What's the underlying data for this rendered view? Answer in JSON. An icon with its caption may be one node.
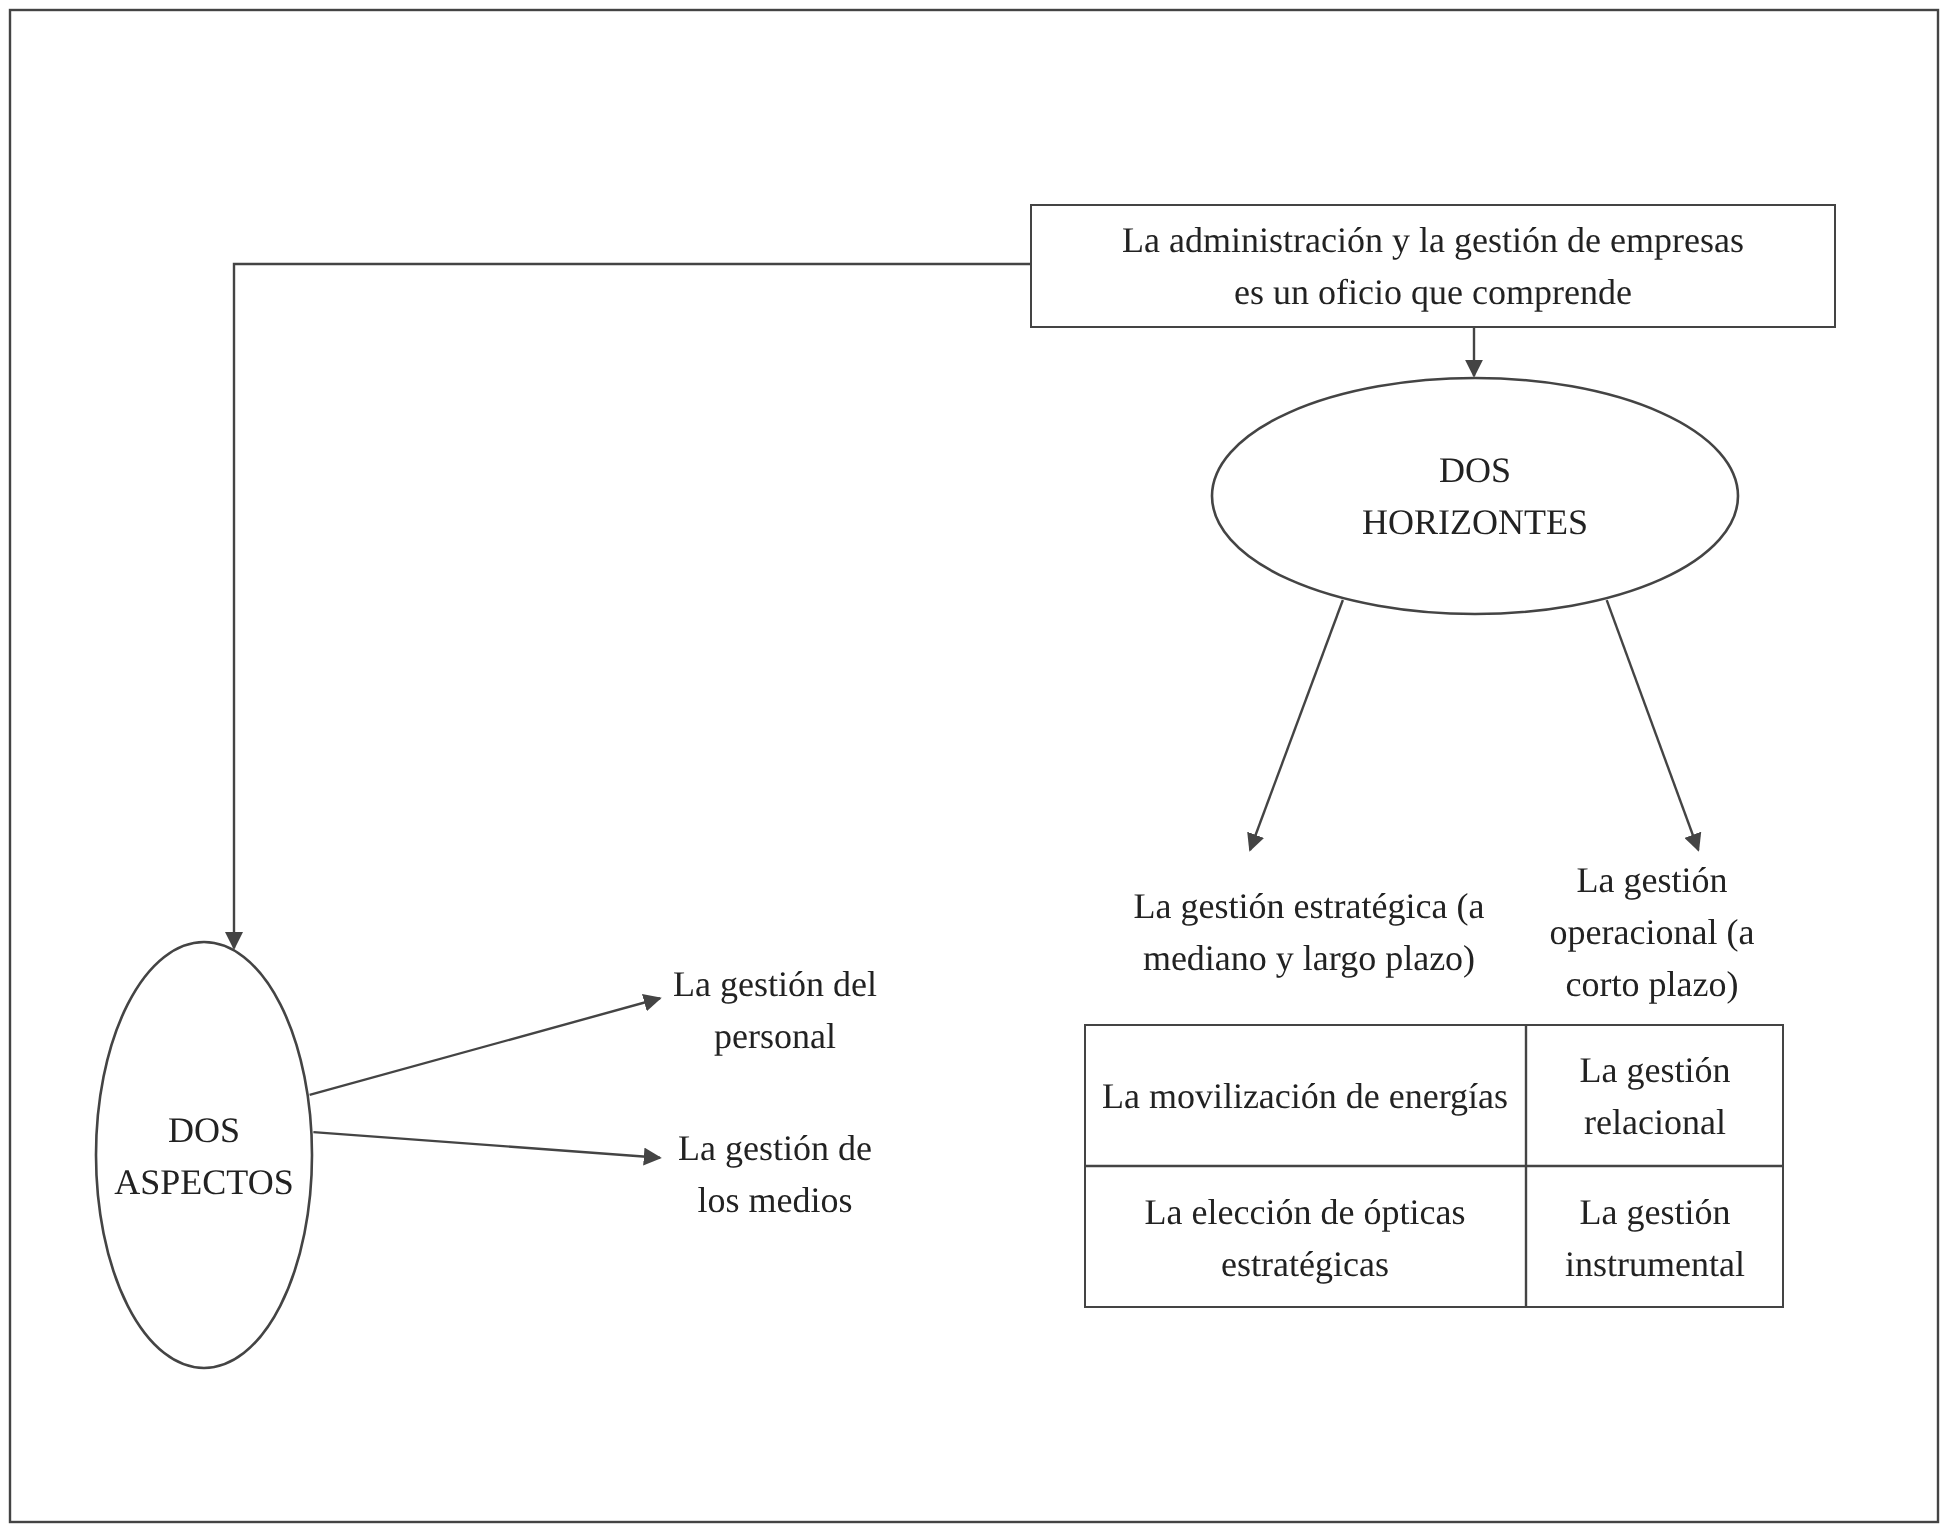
{
  "diagram": {
    "nodes": [
      {
        "text": [
          "La administración y la gestión de empresas es un oficio que comprende"
        ]
      },
      {
        "text": [
          "DOS HORIZONTES"
        ]
      },
      {
        "text": [
          "DOS ASPECTOS"
        ]
      },
      {
        "text": [
          "La gestión del personal"
        ]
      },
      {
        "text": [
          "La gestión de los medios"
        ]
      },
      {
        "text": [
          "La gestión estratégica (a mediano y largo plazo)"
        ]
      },
      {
        "text": [
          "La gestión operacional (a corto plazo)"
        ]
      }
    ],
    "edges": [
      {
        "from": 0,
        "to": 2,
        "arrow": "to"
      },
      {
        "from": 0,
        "to": 1,
        "arrow": "to"
      },
      {
        "from": 1,
        "to": 5,
        "arrow": "to"
      },
      {
        "from": 1,
        "to": 6,
        "arrow": "to"
      },
      {
        "from": 2,
        "to": 3,
        "arrow": "to"
      },
      {
        "from": 2,
        "to": 4,
        "arrow": "to"
      }
    ],
    "labels": [
      "La movilización de energías",
      "La gestión relacional",
      "La elección de ópticas estratégicas",
      "La gestión instrumental"
    ]
  }
}
